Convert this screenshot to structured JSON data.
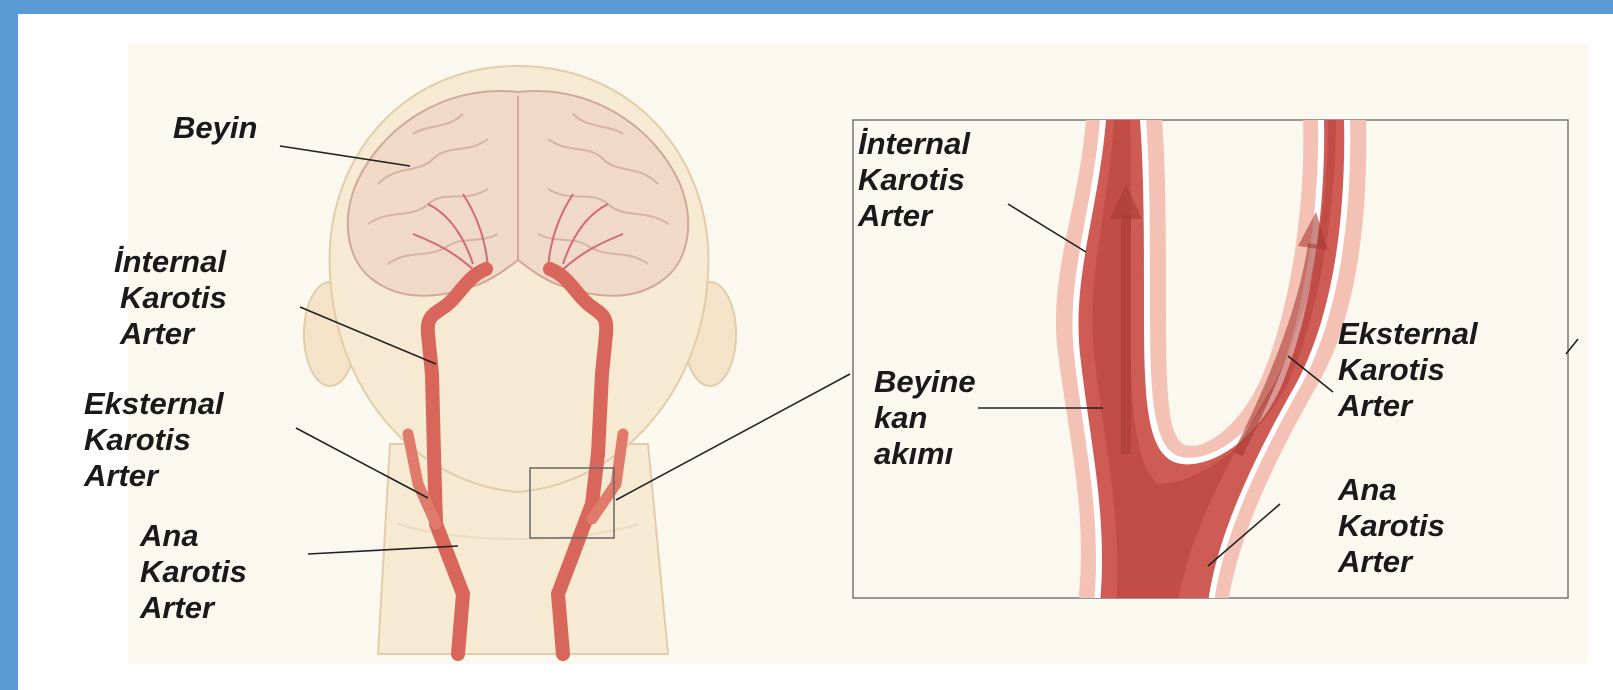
{
  "colors": {
    "frame": "#5b9bd5",
    "artery": "#d9665a",
    "artery_dark": "#b8423d",
    "artery_wall": "#f2b8a8",
    "skin": "#f6ead3",
    "brain": "#f0d9c6"
  },
  "left_figure": {
    "beyin": [
      "Beyin"
    ],
    "internal": [
      "İnternal",
      "Karotis",
      "Arter"
    ],
    "eksternal": [
      "Eksternal",
      "Karotis",
      "Arter"
    ],
    "ana": [
      "Ana",
      "Karotis",
      "Arter"
    ]
  },
  "right_figure": {
    "internal": [
      "İnternal",
      "Karotis",
      "Arter"
    ],
    "flow": [
      "Beyine",
      "kan",
      "akımı"
    ],
    "eksternal": [
      "Eksternal",
      "Karotis",
      "Arter"
    ],
    "ana": [
      "Ana",
      "Karotis",
      "Arter"
    ]
  }
}
